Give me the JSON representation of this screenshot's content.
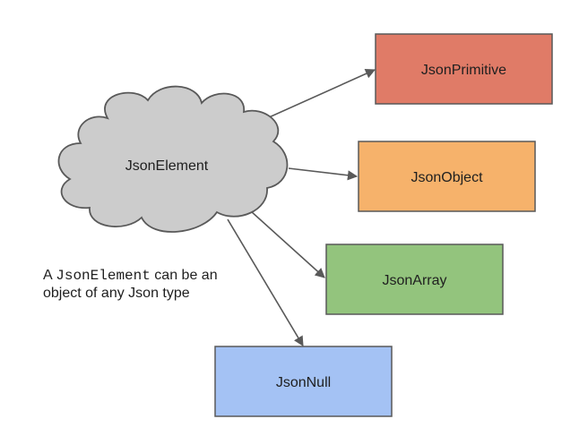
{
  "colors": {
    "cloud_fill": "#cccccc",
    "cloud_stroke": "#595959",
    "primitive_fill": "#e07b67",
    "object_fill": "#f6b26b",
    "array_fill": "#93c47d",
    "null_fill": "#a4c2f4",
    "box_stroke": "#595959",
    "arrow": "#595959"
  },
  "nodes": {
    "element": {
      "label": "JsonElement"
    },
    "primitive": {
      "label": "JsonPrimitive"
    },
    "object": {
      "label": "JsonObject"
    },
    "array": {
      "label": "JsonArray"
    },
    "null": {
      "label": "JsonNull"
    }
  },
  "note": {
    "prefix": "A ",
    "code": "JsonElement",
    "suffix": " can be an object of any Json type"
  }
}
